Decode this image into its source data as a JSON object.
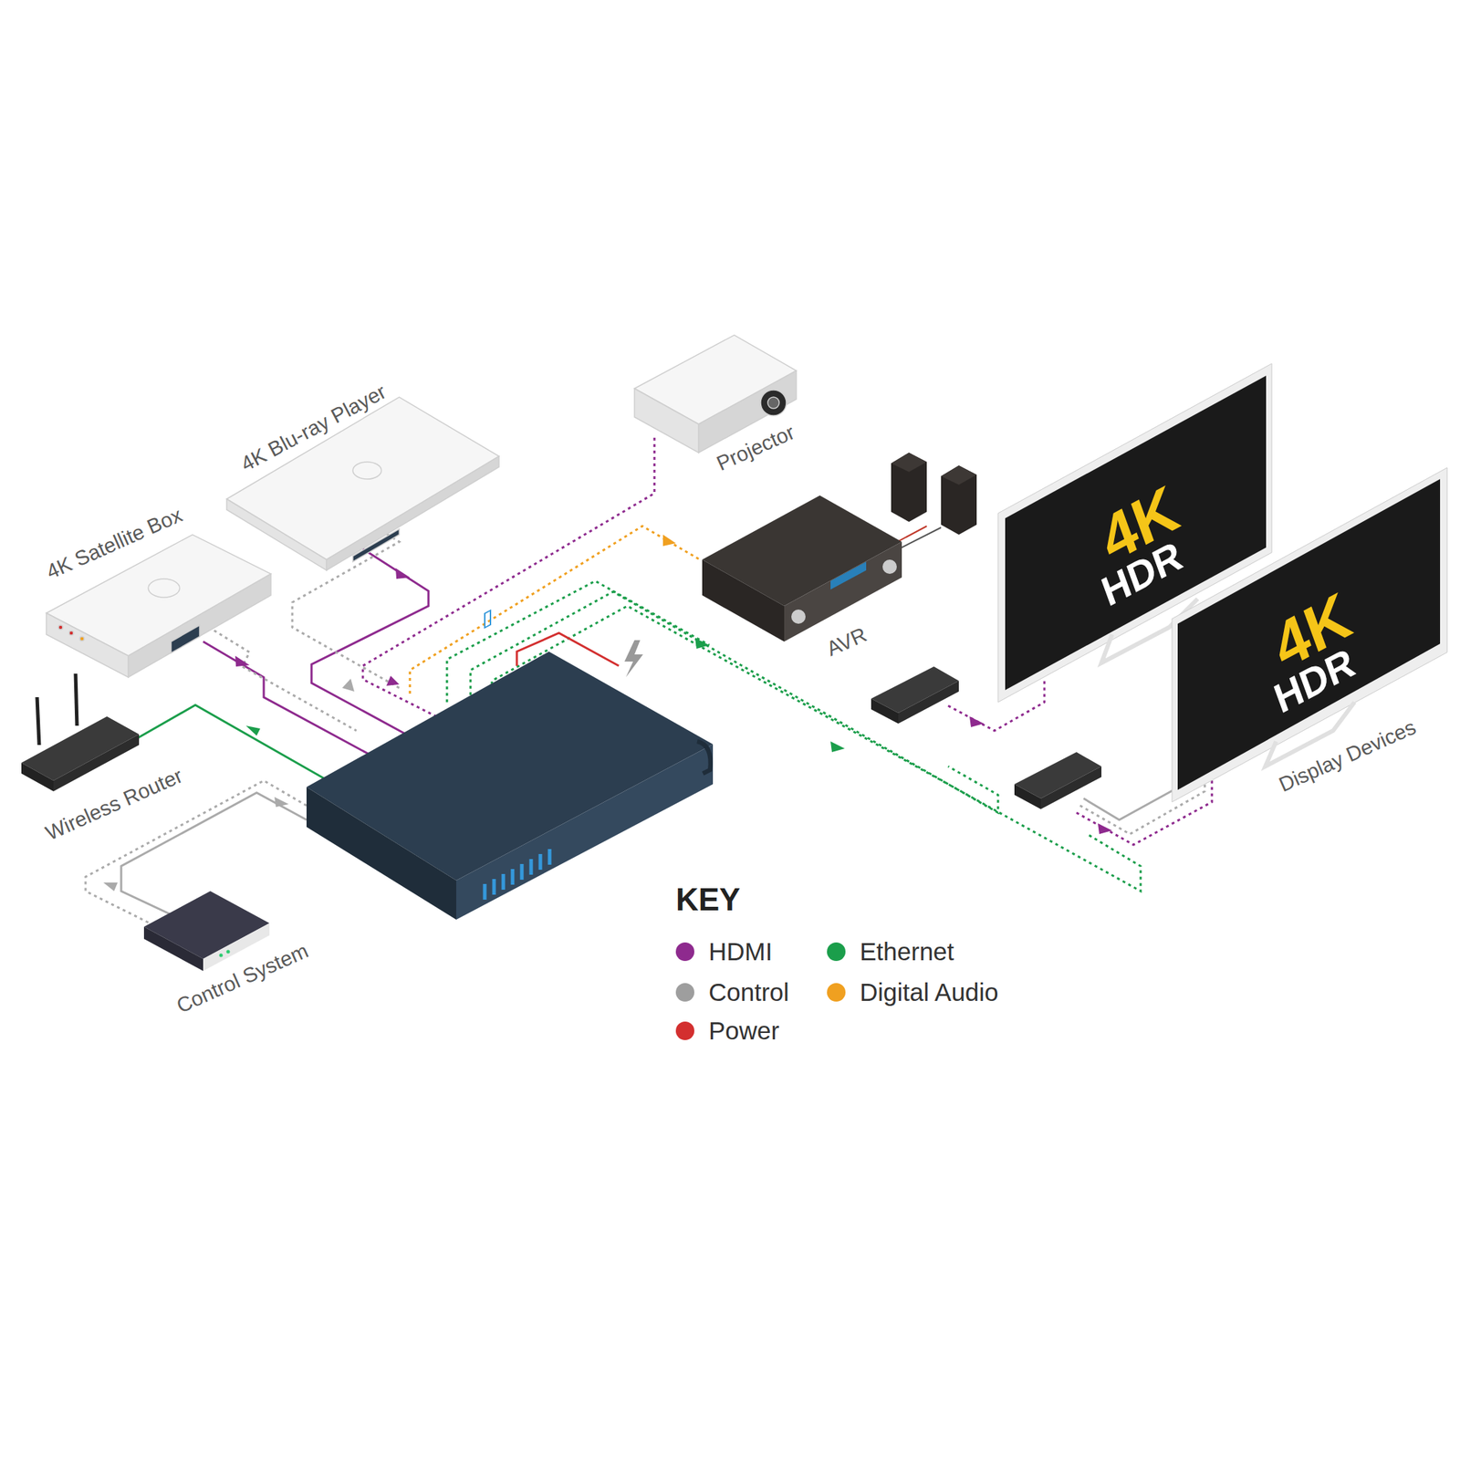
{
  "diagram": {
    "nodes": [
      {
        "text": [
          "4K Blu-ray Player"
        ]
      },
      {
        "text": [
          "4K Satellite Box"
        ]
      },
      {
        "text": [
          "Projector"
        ]
      },
      {
        "text": [
          "AVR"
        ]
      },
      {
        "text": [
          "Wireless Router"
        ]
      },
      {
        "text": [
          "Control System"
        ]
      },
      {
        "text": [
          "Display Devices"
        ]
      }
    ],
    "labels": [
      "4K",
      "HDR",
      "4K",
      "HDR",
      "KEY"
    ],
    "legend": [
      {
        "text": "HDMI",
        "color": "#8e2a8e"
      },
      {
        "text": "Control",
        "color": "#9e9e9e"
      },
      {
        "text": "Power",
        "color": "#d32f2f"
      },
      {
        "text": "Ethernet",
        "color": "#1b9e4b"
      },
      {
        "text": "Digital Audio",
        "color": "#f0a020"
      }
    ]
  }
}
